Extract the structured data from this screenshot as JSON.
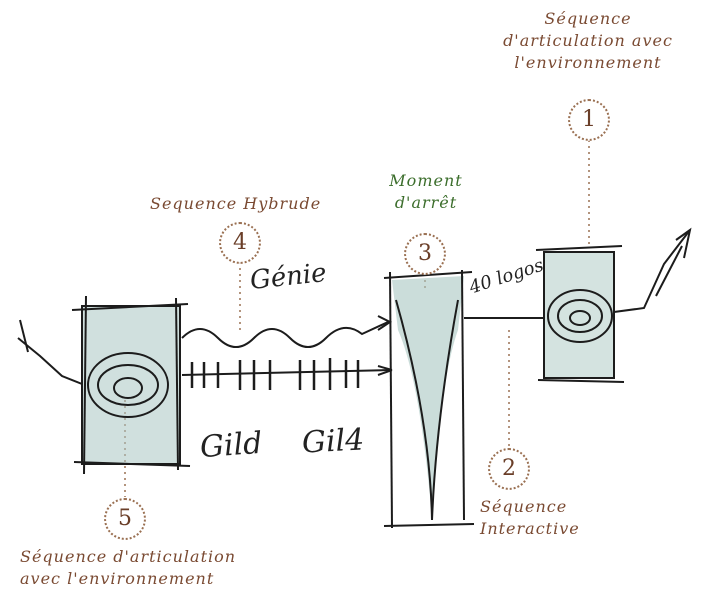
{
  "labels": {
    "top_right": [
      "Séquence",
      "d'articulation avec",
      "l'environnement"
    ],
    "hybrid": "Sequence Hybrude",
    "moment": [
      "Moment",
      "d'arrêt"
    ],
    "interactive": [
      "Séquence",
      "Interactive"
    ],
    "bottom_left": [
      "Séquence d'articulation",
      "avec l'environnement"
    ]
  },
  "numbers": {
    "n1": "1",
    "n2": "2",
    "n3": "3",
    "n4": "4",
    "n5": "5"
  },
  "handwriting": {
    "genie": "Génie",
    "logos": "40 logos",
    "gild": "Gild",
    "gil": "Gil4"
  },
  "colors": {
    "label_brown": "#7a4a32",
    "label_green": "#3c6e2c",
    "wash": "#9cc0bc",
    "ink": "#1c1c1c"
  }
}
